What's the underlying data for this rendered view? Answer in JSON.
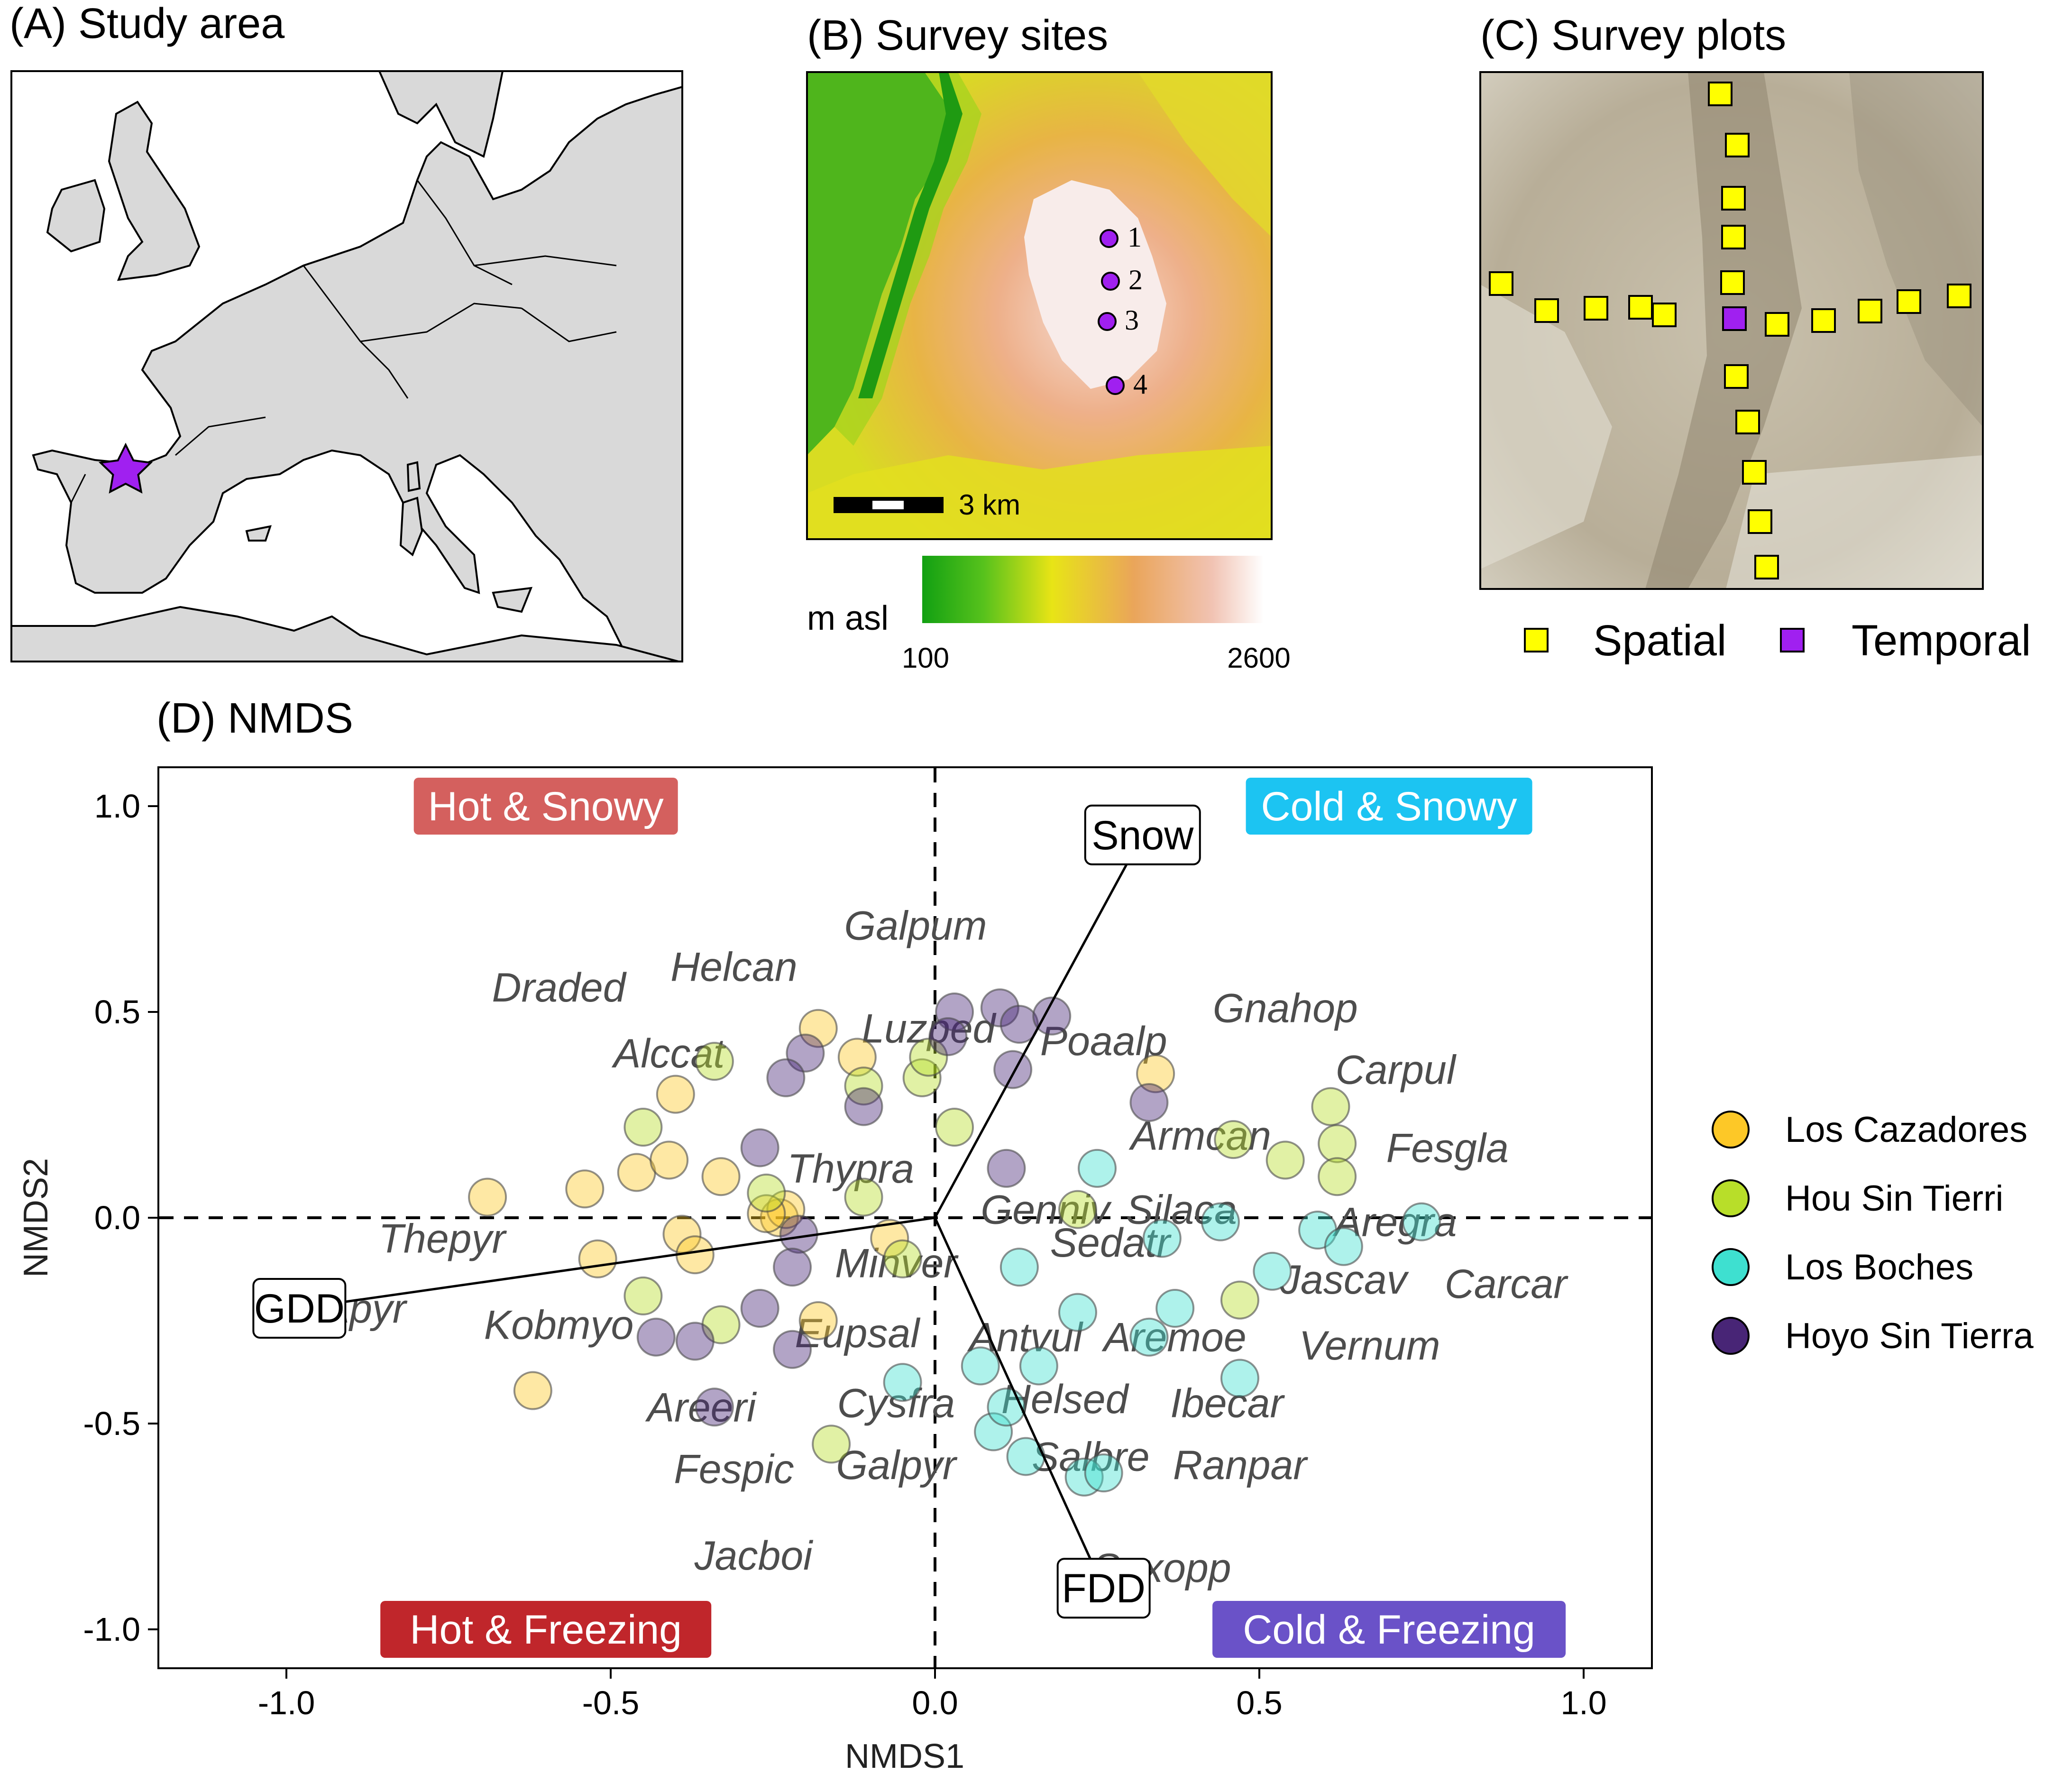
{
  "panels": {
    "a": {
      "title": "(A) Study area"
    },
    "b": {
      "title": "(B) Survey sites",
      "sites": [
        "1",
        "2",
        "3",
        "4"
      ],
      "scale_label": "3 km",
      "colorbar_title": "m asl",
      "colorbar_min": "100",
      "colorbar_max": "2600"
    },
    "c": {
      "title": "(C) Survey plots",
      "legend": [
        {
          "name": "Spatial",
          "color": "#ffff00"
        },
        {
          "name": "Temporal",
          "color": "#a020f0"
        }
      ]
    },
    "d": {
      "title": "(D) NMDS"
    }
  },
  "colors": {
    "los_cazadores": "#fdc827",
    "hou_sin_tierri": "#b8de29",
    "los_boches": "#3ee0d0",
    "hoyo_sin_tierra": "#482576",
    "hot_snowy": "#d4605e",
    "cold_snowy": "#1cc4f2",
    "hot_freezing": "#c0262b",
    "cold_freezing": "#6a52c8"
  },
  "chart_data": {
    "type": "scatter",
    "xlabel": "NMDS1",
    "ylabel": "NMDS2",
    "xlim": [
      -1.2,
      1.1
    ],
    "ylim": [
      -1.1,
      1.1
    ],
    "x_ticks": [
      "-1.0",
      "-0.5",
      "0.0",
      "0.5",
      "1.0"
    ],
    "y_ticks": [
      "1.0",
      "0.5",
      "0.0",
      "-0.5",
      "-1.0"
    ],
    "reference_lines": "dashed at x=0 and y=0",
    "legend_position": "right",
    "quadrant_labels": [
      {
        "text": "Hot & Snowy",
        "x": -0.6,
        "y": 1.0,
        "color": "#d4605e"
      },
      {
        "text": "Cold & Snowy",
        "x": 0.7,
        "y": 1.0,
        "color": "#1cc4f2"
      },
      {
        "text": "Hot & Freezing",
        "x": -0.6,
        "y": -1.0,
        "color": "#c0262b"
      },
      {
        "text": "Cold & Freezing",
        "x": 0.7,
        "y": -1.0,
        "color": "#6a52c8"
      }
    ],
    "vectors": [
      {
        "name": "Snow",
        "x": 0.32,
        "y": 0.93
      },
      {
        "name": "GDD",
        "x": -0.98,
        "y": -0.22
      },
      {
        "name": "FDD",
        "x": 0.26,
        "y": -0.9
      }
    ],
    "species": [
      {
        "name": "Galpum",
        "x": -0.03,
        "y": 0.71
      },
      {
        "name": "Helcan",
        "x": -0.31,
        "y": 0.61
      },
      {
        "name": "Draded",
        "x": -0.58,
        "y": 0.56
      },
      {
        "name": "Luzped",
        "x": -0.01,
        "y": 0.46
      },
      {
        "name": "Poaalp",
        "x": 0.26,
        "y": 0.43
      },
      {
        "name": "Gnahop",
        "x": 0.54,
        "y": 0.51
      },
      {
        "name": "Alccat",
        "x": -0.41,
        "y": 0.4
      },
      {
        "name": "Carpul",
        "x": 0.71,
        "y": 0.36
      },
      {
        "name": "Armcan",
        "x": 0.41,
        "y": 0.2
      },
      {
        "name": "Fesgla",
        "x": 0.79,
        "y": 0.17
      },
      {
        "name": "Thypra",
        "x": -0.13,
        "y": 0.12
      },
      {
        "name": "Genniv",
        "x": 0.17,
        "y": 0.02
      },
      {
        "name": "Silaca",
        "x": 0.38,
        "y": 0.02
      },
      {
        "name": "Aregra",
        "x": 0.71,
        "y": -0.01
      },
      {
        "name": "Thepyr",
        "x": -0.76,
        "y": -0.05
      },
      {
        "name": "Sedatr",
        "x": 0.27,
        "y": -0.06
      },
      {
        "name": "Minver",
        "x": -0.06,
        "y": -0.11
      },
      {
        "name": "Jascav",
        "x": 0.63,
        "y": -0.15
      },
      {
        "name": "Carcar",
        "x": 0.88,
        "y": -0.16
      },
      {
        "name": "Apyr",
        "x": -0.88,
        "y": -0.22
      },
      {
        "name": "Kobmyo",
        "x": -0.58,
        "y": -0.26
      },
      {
        "name": "Eupsal",
        "x": -0.12,
        "y": -0.28
      },
      {
        "name": "Antvul",
        "x": 0.14,
        "y": -0.29
      },
      {
        "name": "Aremoe",
        "x": 0.37,
        "y": -0.29
      },
      {
        "name": "Vernum",
        "x": 0.67,
        "y": -0.31
      },
      {
        "name": "Helsed",
        "x": 0.2,
        "y": -0.44
      },
      {
        "name": "Cysfra",
        "x": -0.06,
        "y": -0.45
      },
      {
        "name": "Ibecar",
        "x": 0.45,
        "y": -0.45
      },
      {
        "name": "Areeri",
        "x": -0.36,
        "y": -0.46
      },
      {
        "name": "Galpyr",
        "x": -0.06,
        "y": -0.6
      },
      {
        "name": "Salbre",
        "x": 0.24,
        "y": -0.58
      },
      {
        "name": "Fespic",
        "x": -0.31,
        "y": -0.61
      },
      {
        "name": "Ranpar",
        "x": 0.47,
        "y": -0.6
      },
      {
        "name": "Jacboi",
        "x": -0.28,
        "y": -0.82
      },
      {
        "name": "Saxopp",
        "x": 0.35,
        "y": -0.85
      }
    ],
    "series": [
      {
        "name": "Los Cazadores",
        "color": "#fdc827",
        "points": [
          [
            -0.69,
            0.05
          ],
          [
            -0.54,
            0.07
          ],
          [
            -0.52,
            -0.1
          ],
          [
            -0.46,
            0.11
          ],
          [
            -0.41,
            0.14
          ],
          [
            -0.4,
            0.3
          ],
          [
            -0.39,
            -0.04
          ],
          [
            -0.37,
            -0.09
          ],
          [
            -0.33,
            0.1
          ],
          [
            -0.24,
            0.0
          ],
          [
            -0.23,
            0.02
          ],
          [
            -0.18,
            0.46
          ],
          [
            -0.18,
            -0.25
          ],
          [
            -0.12,
            0.39
          ],
          [
            -0.07,
            -0.05
          ],
          [
            -0.62,
            -0.42
          ],
          [
            0.34,
            0.35
          ],
          [
            -0.26,
            0.01
          ]
        ]
      },
      {
        "name": "Hou Sin Tierri",
        "color": "#b8de29",
        "points": [
          [
            -0.45,
            0.22
          ],
          [
            -0.34,
            0.38
          ],
          [
            -0.45,
            -0.19
          ],
          [
            -0.33,
            -0.26
          ],
          [
            -0.26,
            0.06
          ],
          [
            -0.11,
            0.32
          ],
          [
            -0.11,
            0.05
          ],
          [
            -0.05,
            -0.1
          ],
          [
            -0.02,
            0.34
          ],
          [
            -0.01,
            0.39
          ],
          [
            0.03,
            0.22
          ],
          [
            0.22,
            0.02
          ],
          [
            0.46,
            0.19
          ],
          [
            0.54,
            0.14
          ],
          [
            0.61,
            0.27
          ],
          [
            0.62,
            0.18
          ],
          [
            0.62,
            0.1
          ],
          [
            0.47,
            -0.2
          ],
          [
            -0.16,
            -0.55
          ]
        ]
      },
      {
        "name": "Los Boches",
        "color": "#3ee0d0",
        "points": [
          [
            0.25,
            0.12
          ],
          [
            0.13,
            -0.12
          ],
          [
            0.35,
            -0.05
          ],
          [
            0.44,
            -0.01
          ],
          [
            0.59,
            -0.03
          ],
          [
            0.63,
            -0.07
          ],
          [
            0.75,
            -0.01
          ],
          [
            0.52,
            -0.13
          ],
          [
            0.22,
            -0.23
          ],
          [
            0.37,
            -0.22
          ],
          [
            0.33,
            -0.29
          ],
          [
            0.47,
            -0.39
          ],
          [
            0.07,
            -0.36
          ],
          [
            0.16,
            -0.36
          ],
          [
            -0.05,
            -0.4
          ],
          [
            0.09,
            -0.52
          ],
          [
            0.11,
            -0.46
          ],
          [
            0.14,
            -0.58
          ],
          [
            0.23,
            -0.63
          ],
          [
            0.26,
            -0.62
          ]
        ]
      },
      {
        "name": "Hoyo Sin Tierra",
        "color": "#482576",
        "points": [
          [
            0.03,
            0.5
          ],
          [
            0.1,
            0.51
          ],
          [
            0.13,
            0.47
          ],
          [
            0.18,
            0.49
          ],
          [
            0.02,
            0.44
          ],
          [
            0.12,
            0.36
          ],
          [
            -0.2,
            0.4
          ],
          [
            -0.23,
            0.34
          ],
          [
            -0.11,
            0.27
          ],
          [
            -0.27,
            0.17
          ],
          [
            0.11,
            0.12
          ],
          [
            0.33,
            0.28
          ],
          [
            -0.21,
            -0.04
          ],
          [
            -0.22,
            -0.12
          ],
          [
            -0.27,
            -0.22
          ],
          [
            -0.22,
            -0.32
          ],
          [
            -0.43,
            -0.29
          ],
          [
            -0.37,
            -0.3
          ],
          [
            -0.34,
            -0.46
          ]
        ]
      }
    ]
  }
}
